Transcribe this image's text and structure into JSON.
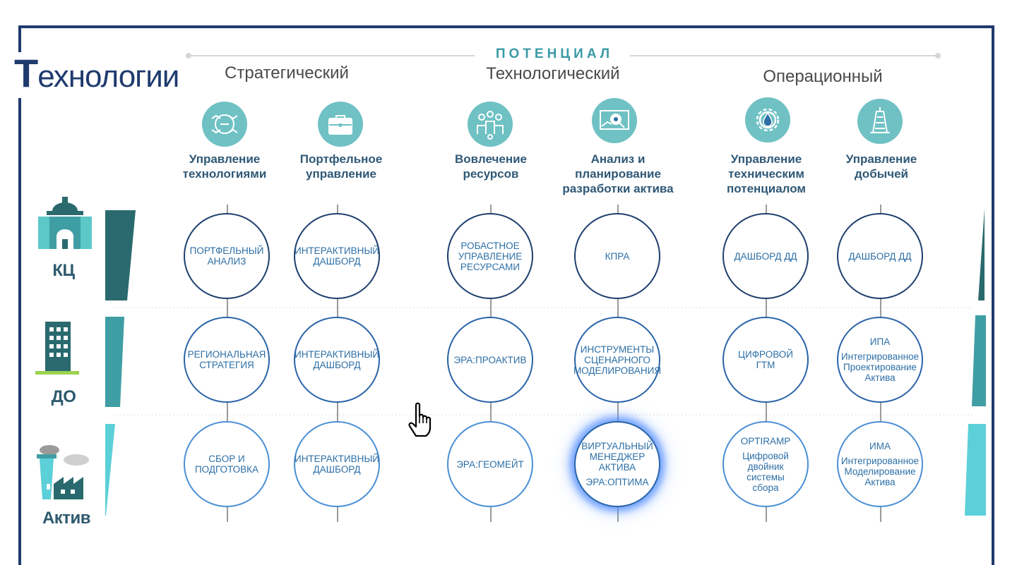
{
  "title": "Технологии",
  "header": {
    "potential": "ПОТЕНЦИАЛ"
  },
  "groups": [
    "Стратегический",
    "Технологический",
    "Операционный"
  ],
  "categories": [
    {
      "label": "Управление технологиями",
      "icon": "hands-circle-icon"
    },
    {
      "label": "Портфельное управление",
      "icon": "briefcase-icon"
    },
    {
      "label": "Вовлечение ресурсов",
      "icon": "people-network-icon"
    },
    {
      "label": "Анализ и планирование разработки актива",
      "icon": "magnifier-chart-icon"
    },
    {
      "label": "Управление техническим потенциалом",
      "icon": "gear-drop-icon"
    },
    {
      "label": "Управление добычей",
      "icon": "oil-derrick-icon"
    }
  ],
  "rows": [
    {
      "label": "КЦ",
      "icon": "domed-building-icon"
    },
    {
      "label": "ДО",
      "icon": "office-building-icon"
    },
    {
      "label": "Актив",
      "icon": "factory-icon"
    }
  ],
  "cells": [
    [
      {
        "text": "ПОРТФЕЛЬНЫЙ АНАЛИЗ"
      },
      {
        "text": "ИНТЕРАКТИВНЫЙ ДАШБОРД"
      },
      {
        "text": "РОБАСТНОЕ УПРАВЛЕНИЕ РЕСУРСАМИ"
      },
      {
        "text": "КПРА"
      },
      {
        "text": "ДАШБОРД ДД"
      },
      {
        "text": "ДАШБОРД ДД"
      }
    ],
    [
      {
        "text": "РЕГИОНАЛЬНАЯ СТРАТЕГИЯ"
      },
      {
        "text": "ИНТЕРАКТИВНЫЙ ДАШБОРД"
      },
      {
        "text": "ЭРА:ПРОАКТИВ"
      },
      {
        "text": "ИНСТРУМЕНТЫ СЦЕНАРНОГО МОДЕЛИРОВАНИЯ"
      },
      {
        "text": "ЦИФРОВОЙ ГТМ"
      },
      {
        "text": "ИПА",
        "sub": "Интегрированное Проектирование Актива"
      }
    ],
    [
      {
        "text": "СБОР И ПОДГОТОВКА"
      },
      {
        "text": "ИНТЕРАКТИВНЫЙ ДАШБОРД"
      },
      {
        "text": "ЭРА:ГЕОМЕЙТ"
      },
      {
        "text": "ВИРТУАЛЬНЫЙ МЕНЕДЖЕР АКТИВА",
        "sub": "ЭРА:ОПТИМА",
        "highlighted": true
      },
      {
        "text": "OPTIRAMP",
        "sub": "Цифровой двойник системы сбора"
      },
      {
        "text": "ИМА",
        "sub": "Интегрированное Моделирование Актива"
      }
    ]
  ],
  "colors": {
    "frame": "#1f3b6e",
    "accent": "#3a9aa5",
    "icon_bg": "#6fc1c4",
    "row_dark": "#2a6a6e",
    "row_mid": "#3f9ea3",
    "row_light": "#5cd0d8"
  },
  "cursor": {
    "icon": "hand-pointer-icon"
  }
}
